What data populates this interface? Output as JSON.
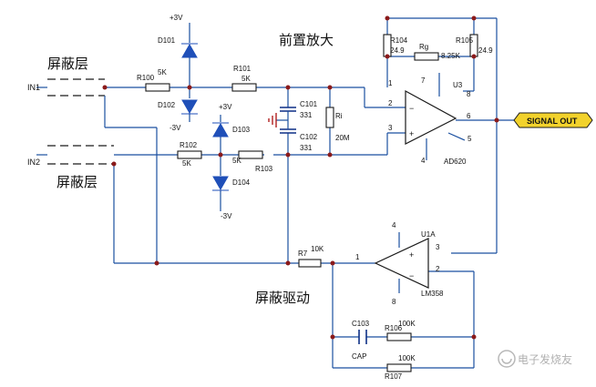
{
  "section_labels": {
    "shield_top": "屏蔽层",
    "shield_bottom": "屏蔽层",
    "preamp": "前置放大",
    "shield_driver": "屏蔽驱动"
  },
  "inputs": {
    "in1": "IN1",
    "in2": "IN2"
  },
  "supplies": {
    "d101_plus": "+3V",
    "d102_minus": "-3V",
    "d103_plus": "+3V",
    "d104_minus": "-3V"
  },
  "diodes": {
    "d101": "D101",
    "d102": "D102",
    "d103": "D103",
    "d104": "D104"
  },
  "resistors": {
    "r100": {
      "name": "R100",
      "value": "5K"
    },
    "r101": {
      "name": "R101",
      "value": "5K"
    },
    "r102": {
      "name": "R102",
      "value": "5K"
    },
    "r103": {
      "name": "R103",
      "value": "5K"
    },
    "r104": {
      "name": "R104",
      "value": "24.9"
    },
    "r105": {
      "name": "R105",
      "value": "24.9"
    },
    "rg": {
      "name": "Rg",
      "value": "8.25K"
    },
    "ri": {
      "name": "Ri",
      "value": "20M"
    },
    "r7": {
      "name": "R7",
      "value": "10K"
    },
    "r106": {
      "name": "R106",
      "value": "100K"
    },
    "r107": {
      "name": "R107",
      "value": "100K"
    }
  },
  "capacitors": {
    "c101": {
      "name": "C101",
      "value": "331"
    },
    "c102": {
      "name": "C102",
      "value": "331"
    },
    "c103": {
      "name": "C103",
      "value": "CAP"
    }
  },
  "u3": {
    "ref": "U3",
    "part": "AD620",
    "pins": {
      "p1": "1",
      "p2": "2",
      "p3": "3",
      "p4": "4",
      "p5": "5",
      "p6": "6",
      "p7": "7",
      "p8": "8"
    },
    "sign_minus": "−",
    "sign_plus": "+"
  },
  "u1a": {
    "ref": "U1A",
    "part": "LM358",
    "pins": {
      "p1": "1",
      "p2": "2",
      "p3": "3",
      "p4": "4",
      "p8": "8"
    },
    "sign_plus": "+",
    "sign_minus": "−"
  },
  "output_port": "SIGNAL OUT",
  "watermark": "电子发烧友",
  "colors": {
    "wire": "#1a4fa0",
    "diode": "#1f4fb8",
    "junction": "#8b1a1a",
    "port": "#f2d22c"
  }
}
